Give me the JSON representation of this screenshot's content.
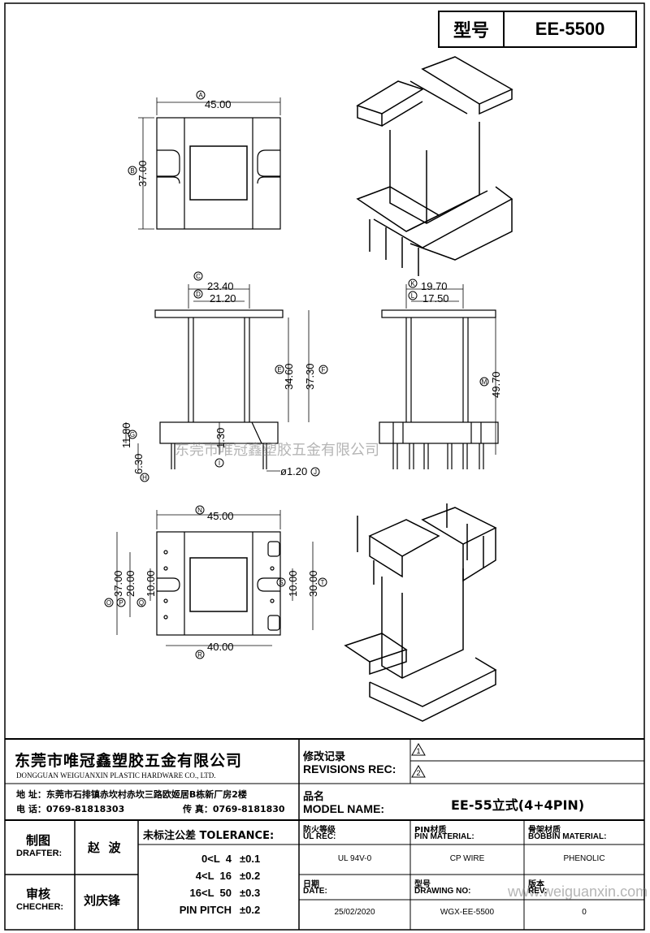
{
  "header": {
    "model_label": "型号",
    "model_value": "EE-5500"
  },
  "dims": {
    "top_width": "45.00",
    "top_height": "37.00",
    "front_outer_width": "23.40",
    "front_inner_width": "21.20",
    "front_h1": "34.60",
    "front_h2": "37.30",
    "front_base": "11.80",
    "front_pin_len": "6.30",
    "front_pin_w": "1.30",
    "front_pin_dia": "ø1.20",
    "side_outer_width": "19.70",
    "side_inner_width": "17.50",
    "side_height": "49.70",
    "bottom_width": "45.00",
    "bottom_height": "37.00",
    "bottom_h20": "20.00",
    "bottom_h10": "10.00",
    "bottom_r10": "10.00",
    "bottom_r30": "30.00",
    "bottom_pin_span": "40.00"
  },
  "callouts": {
    "a": "A",
    "b": "B",
    "c": "C",
    "d": "D",
    "e": "E",
    "f": "F",
    "g": "G",
    "h": "H",
    "i": "I",
    "j": "J",
    "k": "K",
    "l": "L",
    "m": "M",
    "n": "N",
    "o": "O",
    "p": "P",
    "q": "Q",
    "r": "R",
    "s": "S",
    "t": "T"
  },
  "watermarks": {
    "center": "东莞市唯冠鑫塑胶五金有限公司",
    "url": "www.weiguanxin.com"
  },
  "company": {
    "name_cn": "东莞市唯冠鑫塑胶五金有限公司",
    "name_en": "DONGGUAN WEIGUANXIN PLASTIC HARDWARE CO., LTD.",
    "address": "地 址：东莞市石排镇赤坎村赤坎三路欧姬居B栋新厂房2楼",
    "tel": "电 话：0769-81818303",
    "fax": "传 真：0769-8181830"
  },
  "revisions": {
    "label_cn": "修改记录",
    "label_en": "REVISIONS REC:",
    "rev1": "1",
    "rev2": "2"
  },
  "model_name": {
    "label_cn": "品名",
    "label_en": "MODEL NAME:",
    "value": "EE-55立式(4+4PIN)"
  },
  "drafter": {
    "label_cn": "制图",
    "label_en": "DRAFTER:",
    "name": "赵  波"
  },
  "checker": {
    "label_cn": "审核",
    "label_en": "CHECHER:",
    "name": "刘庆锋"
  },
  "tolerance": {
    "label": "未标注公差 TOLERANCE:",
    "rows": [
      {
        "range": "0<L  4",
        "tol": "±0.1"
      },
      {
        "range": "4<L  16",
        "tol": "±0.2"
      },
      {
        "range": "16<L  50",
        "tol": "±0.3"
      },
      {
        "range": "PIN PITCH",
        "tol": "±0.2"
      }
    ]
  },
  "specs": {
    "fire_cn": "防火等级",
    "fire_en": "UL REC:",
    "fire_val": "UL 94V-0",
    "pin_cn": "PIN材质",
    "pin_en": "PIN MATERIAL:",
    "pin_val": "CP WIRE",
    "bobbin_cn": "骨架材质",
    "bobbin_en": "BOBBIN MATERIAL:",
    "bobbin_val": "PHENOLIC",
    "date_cn": "日期",
    "date_en": "DATE:",
    "date_val": "25/02/2020",
    "dwg_cn": "型号",
    "dwg_en": "DRAWING NO:",
    "dwg_val": "WGX-EE-5500",
    "rev_cn": "版本",
    "rev_en": "REV:",
    "rev_val": "0"
  }
}
